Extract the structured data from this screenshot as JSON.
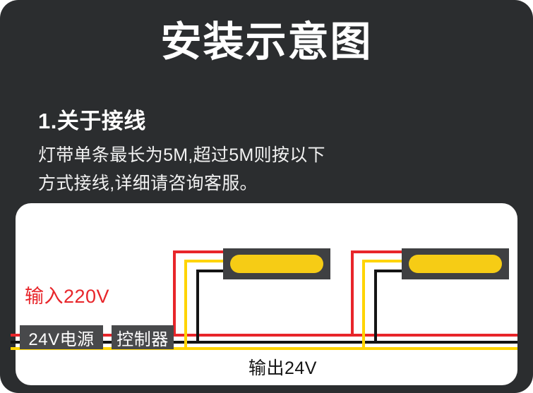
{
  "page": {
    "title": "安装示意图",
    "background_color": "#2b2d2f",
    "panel_color": "#ffffff"
  },
  "section": {
    "heading": "1.关于接线",
    "body_line_1": "灯带单条最长为5M,超过5M则按以下",
    "body_line_2": "方式接线,详细请咨询客服。"
  },
  "diagram": {
    "input_label": "输入220V",
    "output_label": "输出24V",
    "power_supply_label": "24V电源",
    "controller_label": "控制器",
    "colors": {
      "live_wire_red": "#e8252a",
      "neutral_wire_black": "#141414",
      "signal_wire_yellow": "#ffd400",
      "module_body": "#3f4042",
      "module_led": "#f6cc15",
      "tag_background": "#48494b"
    },
    "modules": [
      {
        "name": "led-strip-module-1"
      },
      {
        "name": "led-strip-module-2"
      }
    ]
  }
}
